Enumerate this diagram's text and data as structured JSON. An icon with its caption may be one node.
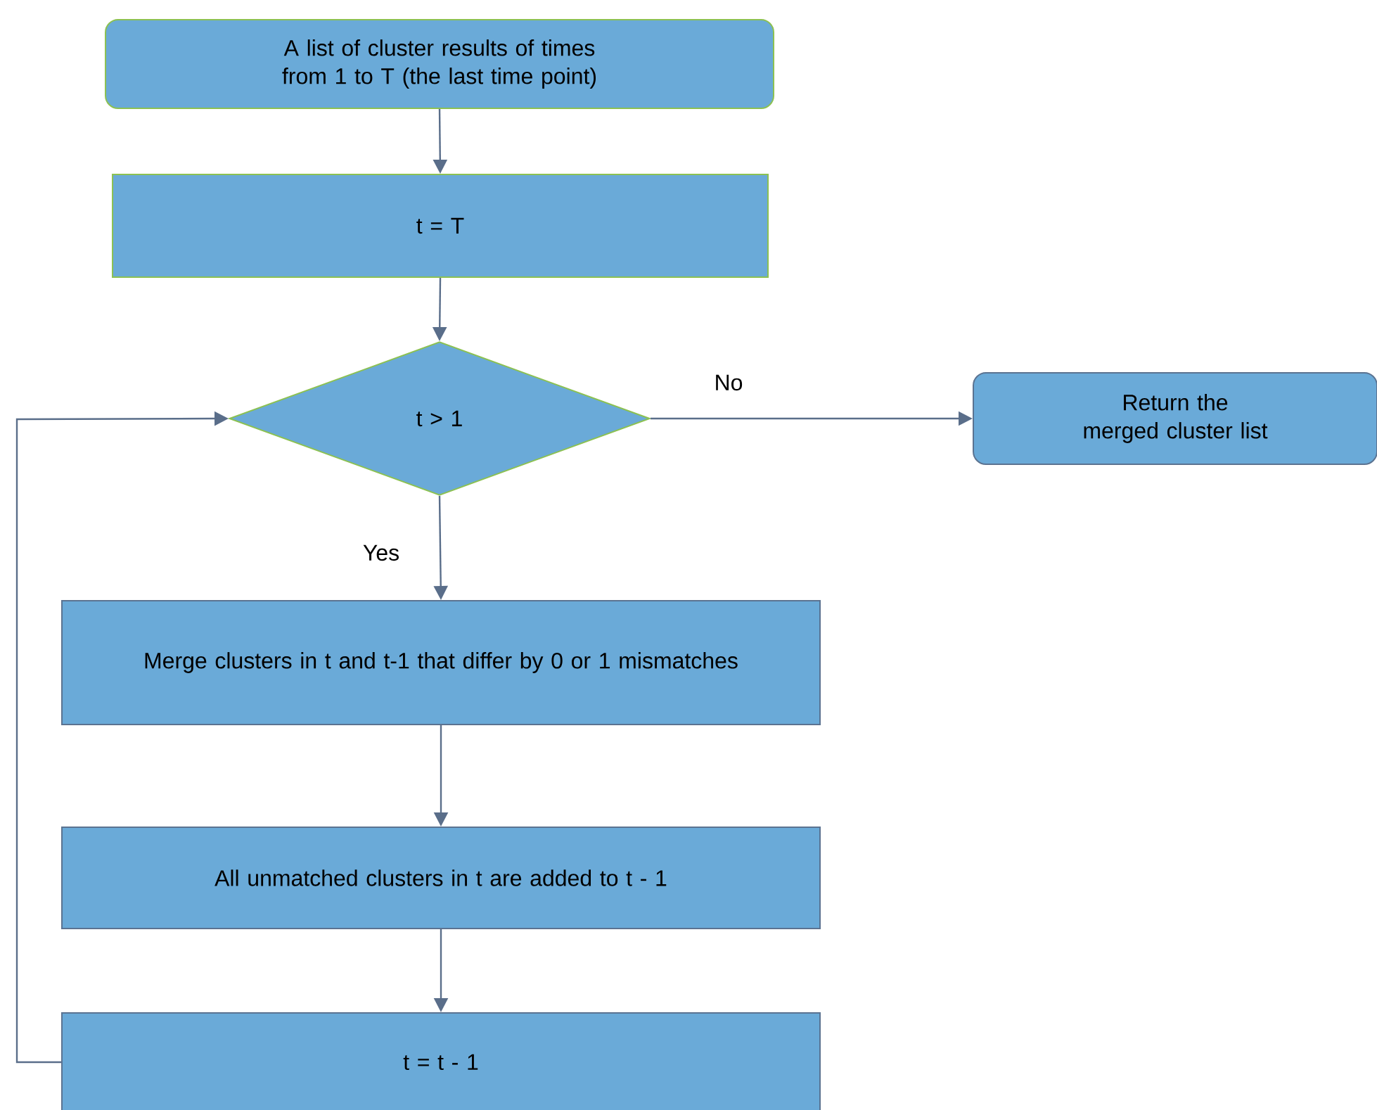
{
  "diagram": {
    "nodes": [
      {
        "text": [
          "A list of cluster results of times from 1 to T (the last time point)"
        ]
      },
      {
        "text": [
          "t = T"
        ]
      },
      {
        "text": [
          "t > 1"
        ]
      },
      {
        "text": [
          "Return the merged cluster list"
        ]
      },
      {
        "text": [
          "Merge clusters in t and t-1 that differ by 0 or 1 mismatches"
        ]
      },
      {
        "text": [
          "All unmatched clusters in t are added to t - 1"
        ]
      },
      {
        "text": [
          "t = t - 1"
        ]
      }
    ],
    "edges": [
      {
        "from": 0,
        "to": 1,
        "arrow": "to"
      },
      {
        "from": 1,
        "to": 2,
        "arrow": "to"
      },
      {
        "from": 2,
        "to": 3,
        "arrow": "to",
        "label": "No"
      },
      {
        "from": 2,
        "to": 4,
        "arrow": "to",
        "label": "Yes"
      },
      {
        "from": 4,
        "to": 5,
        "arrow": "to"
      },
      {
        "from": 5,
        "to": 6,
        "arrow": "to"
      },
      {
        "from": 6,
        "to": 2,
        "arrow": "to"
      }
    ]
  }
}
